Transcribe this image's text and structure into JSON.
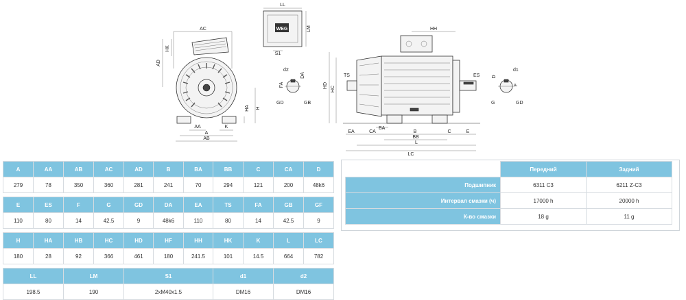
{
  "drawing": {
    "front_labels": {
      "ac": "AC",
      "hk": "HK",
      "ad": "AD",
      "ha": "HA",
      "h": "H",
      "aa": "AA",
      "k": "K",
      "a": "A",
      "ab": "AB"
    },
    "box_labels": {
      "ll": "LL",
      "lm": "LM",
      "s1": "S1"
    },
    "side_labels": {
      "hh": "HH",
      "hd": "HD",
      "hc": "HC",
      "ts": "TS",
      "ea": "EA",
      "ca": "CA",
      "ba": "BA",
      "b": "B",
      "bb": "BB",
      "c": "C",
      "e": "E",
      "l": "L",
      "lc": "LC",
      "es": "ES"
    },
    "front_shaft_labels": {
      "d2": "d2",
      "fa": "FA",
      "gd": "GD",
      "gb": "GB",
      "da": "DA"
    },
    "rear_shaft_labels": {
      "d1": "d1",
      "f": "F",
      "g": "G",
      "gd": "GD",
      "d": "D"
    }
  },
  "dimensions": {
    "row1": {
      "headers": [
        "A",
        "AA",
        "AB",
        "AC",
        "AD",
        "B",
        "BA",
        "BB",
        "C",
        "CA",
        "D"
      ],
      "values": [
        "279",
        "78",
        "350",
        "360",
        "281",
        "241",
        "70",
        "294",
        "121",
        "200",
        "48k6"
      ]
    },
    "row2": {
      "headers": [
        "E",
        "ES",
        "F",
        "G",
        "GD",
        "DA",
        "EA",
        "TS",
        "FA",
        "GB",
        "GF"
      ],
      "values": [
        "110",
        "80",
        "14",
        "42.5",
        "9",
        "48k6",
        "110",
        "80",
        "14",
        "42.5",
        "9"
      ]
    },
    "row3": {
      "headers": [
        "H",
        "HA",
        "HB",
        "HC",
        "HD",
        "HF",
        "HH",
        "HK",
        "K",
        "L",
        "LC"
      ],
      "values": [
        "180",
        "28",
        "92",
        "366",
        "461",
        "180",
        "241.5",
        "101",
        "14.5",
        "664",
        "782"
      ]
    },
    "row4": {
      "headers": [
        "LL",
        "LM",
        "S1",
        "d1",
        "d2"
      ],
      "values": [
        "198.5",
        "190",
        "2xM40x1.5",
        "DM16",
        "DM16"
      ]
    }
  },
  "bearings": {
    "col_headers": [
      "Передний",
      "Задний"
    ],
    "rows": [
      {
        "label": "Подшипник",
        "front": "6311 C3",
        "rear": "6211 Z-C3"
      },
      {
        "label": "Интервал смазки (ч)",
        "front": "17000 h",
        "rear": "20000 h"
      },
      {
        "label": "К-во смазки",
        "front": "18 g",
        "rear": "11 g"
      }
    ]
  }
}
